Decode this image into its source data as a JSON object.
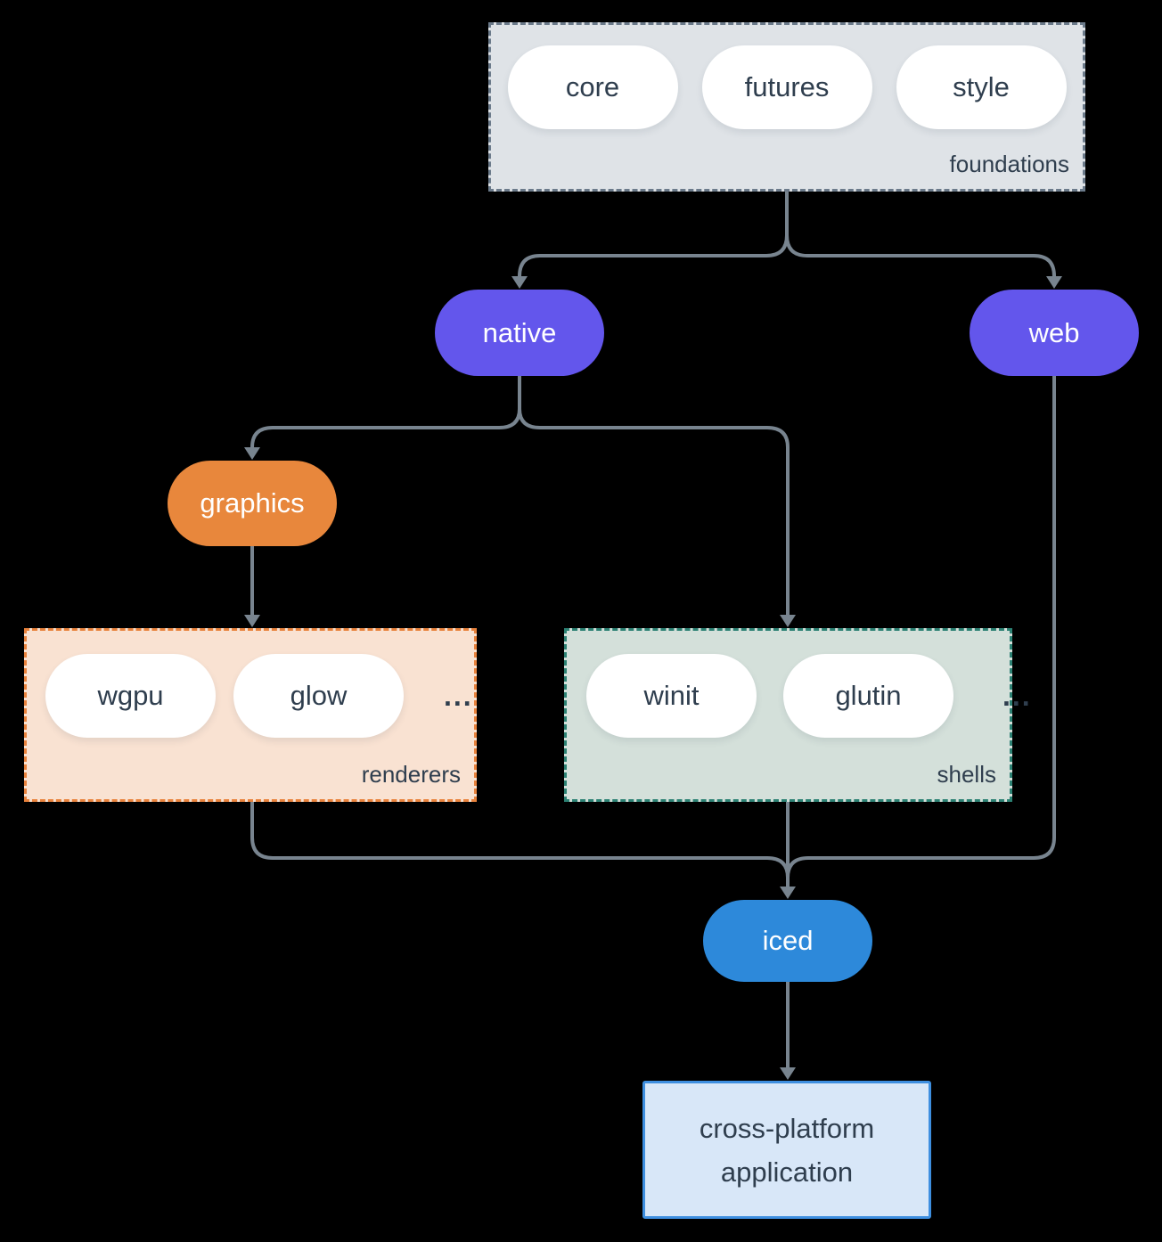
{
  "colors": {
    "background": "#000000",
    "connector": "#78848f",
    "text_dark": "#2f3e4e",
    "node_purple": "#6356ec",
    "node_orange": "#e8873c",
    "node_blue": "#2d89da",
    "foundations_bg": "#dfe3e7",
    "foundations_border": "#6b7a8a",
    "renderers_bg": "#f9e2d2",
    "renderers_border": "#e8823c",
    "shells_bg": "#d4e0da",
    "shells_border": "#2c8173",
    "app_bg": "#d8e7f8",
    "app_border": "#3e8fe0",
    "pill_bg": "#ffffff"
  },
  "foundations": {
    "label": "foundations",
    "pills": [
      "core",
      "futures",
      "style"
    ]
  },
  "native": {
    "label": "native"
  },
  "web": {
    "label": "web"
  },
  "graphics": {
    "label": "graphics"
  },
  "renderers": {
    "label": "renderers",
    "pills": [
      "wgpu",
      "glow"
    ],
    "ellipsis": "..."
  },
  "shells": {
    "label": "shells",
    "pills": [
      "winit",
      "glutin"
    ],
    "ellipsis": "..."
  },
  "iced": {
    "label": "iced"
  },
  "app": {
    "line1": "cross-platform",
    "line2": "application"
  }
}
